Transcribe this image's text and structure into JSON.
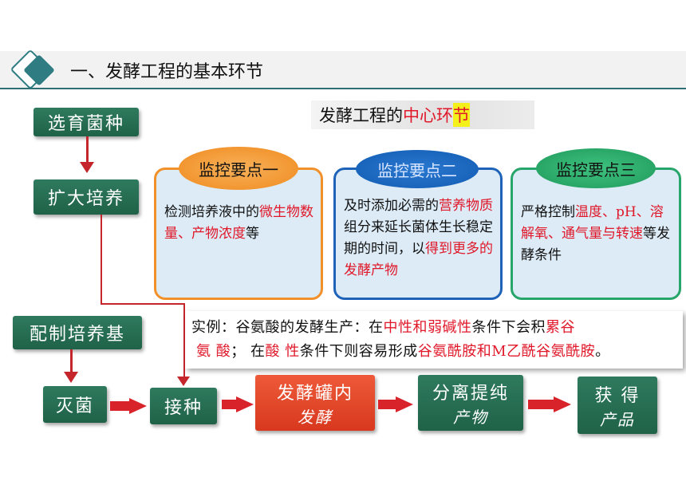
{
  "header": {
    "title": "一、发酵工程的基本环节"
  },
  "steps": {
    "select": "选育菌种",
    "expand": "扩大培养",
    "medium": "配制培养基",
    "sterilize": "灭菌",
    "inoculate": "接种",
    "ferment_title": "发酵罐内",
    "ferment_sub": "发酵",
    "separate_title": "分离提纯",
    "separate_sub": "产物",
    "product_title": "获 得",
    "product_sub": "产品"
  },
  "banner": {
    "prefix": "发酵工程的",
    "red": "中心环",
    "highlight": "节"
  },
  "monitor": [
    {
      "title": "监控要点一",
      "parts": [
        {
          "t": "检测培养液中的",
          "red": false
        },
        {
          "t": "微生物数量",
          "red": true
        },
        {
          "t": "、",
          "red": true
        },
        {
          "t": "产物浓度",
          "red": true
        },
        {
          "t": "等",
          "red": false
        }
      ]
    },
    {
      "title": "监控要点二",
      "parts": [
        {
          "t": "及时添加必需的",
          "red": false
        },
        {
          "t": "营养物质",
          "red": true
        },
        {
          "t": "组分来延长菌体生长稳定期的时间，以",
          "red": false
        },
        {
          "t": "得到更多的发酵产物",
          "red": true
        }
      ]
    },
    {
      "title": "监控要点三",
      "parts": [
        {
          "t": "严格控制",
          "red": false
        },
        {
          "t": "温度、pH、溶解氧、通气量与转速",
          "red": true
        },
        {
          "t": "等发酵条件",
          "red": false
        }
      ]
    }
  ],
  "example": {
    "line1_a": "实例：谷氨酸的发酵生产：在",
    "line1_b": "中性和弱碱性",
    "line1_c": "条件下会积",
    "line1_d": "累谷",
    "line2_a": "氨 酸",
    "line2_b": "； 在",
    "line2_c": "酸 性",
    "line2_d": "条件下则容易形成",
    "line2_e": "谷氨酰胺和M乙酰谷氨酰胺",
    "line2_f": "。"
  },
  "colors": {
    "green": "#2f7a5e",
    "red": "#e0182a",
    "orange": "#f2902a",
    "blue": "#1f63b8",
    "teal": "#2f7d83"
  }
}
